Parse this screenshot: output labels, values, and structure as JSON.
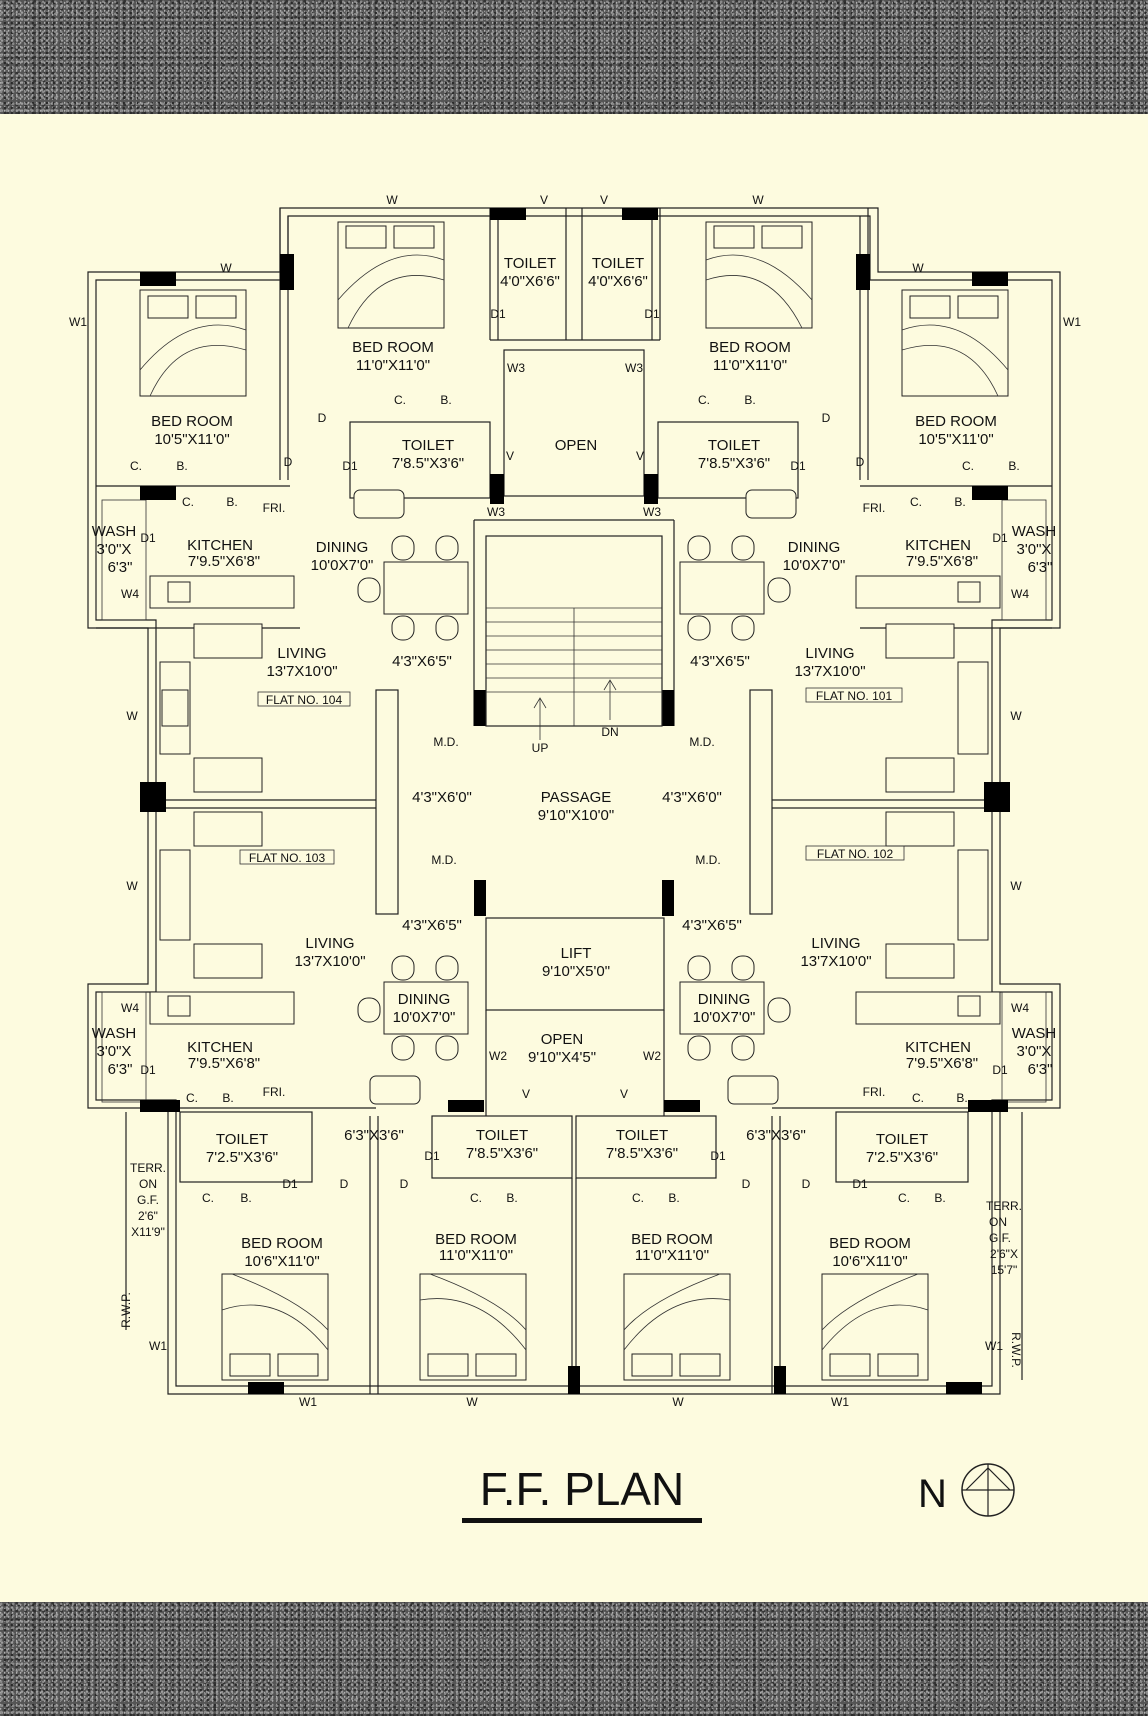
{
  "plan_title": "F.F. PLAN",
  "north_label": "N",
  "rooms": {
    "bed_tl": {
      "name": "BED ROOM",
      "size": "10'5\"X11'0\""
    },
    "bed_tc_l": {
      "name": "BED ROOM",
      "size": "11'0\"X11'0\""
    },
    "toilet_top_l": {
      "name": "TOILET",
      "size": "4'0\"X6'6\""
    },
    "toilet_top_r": {
      "name": "TOILET",
      "size": "4'0\"X6'6\""
    },
    "bed_tc_r": {
      "name": "BED ROOM",
      "size": "11'0\"X11'0\""
    },
    "bed_tr": {
      "name": "BED ROOM",
      "size": "10'5\"X11'0\""
    },
    "toilet_ul": {
      "name": "TOILET",
      "size": "7'8.5\"X3'6\""
    },
    "open_top": {
      "name": "OPEN"
    },
    "toilet_ur": {
      "name": "TOILET",
      "size": "7'8.5\"X3'6\""
    },
    "wash_ul": {
      "name": "WASH",
      "l2": "3'0\"X",
      "l3": "6'3\""
    },
    "kitchen_ul": {
      "name": "KITCHEN",
      "size": "7'9.5\"X6'8\""
    },
    "dining_ul": {
      "name": "DINING",
      "size": "10'0X7'0\""
    },
    "dining_ur": {
      "name": "DINING",
      "size": "10'0X7'0\""
    },
    "kitchen_ur": {
      "name": "KITCHEN",
      "size": "7'9.5\"X6'8\""
    },
    "wash_ur": {
      "name": "WASH",
      "l2": "3'0\"X",
      "l3": "6'3\""
    },
    "living_ul": {
      "name": "LIVING",
      "size": "13'7X10'0\""
    },
    "living_ur": {
      "name": "LIVING",
      "size": "13'7X10'0\""
    },
    "passage": {
      "name": "PASSAGE",
      "size": "9'10\"X10'0\""
    },
    "lift": {
      "name": "LIFT",
      "size": "9'10\"X5'0\""
    },
    "living_ll": {
      "name": "LIVING",
      "size": "13'7X10'0\""
    },
    "living_lr": {
      "name": "LIVING",
      "size": "13'7X10'0\""
    },
    "dining_ll": {
      "name": "DINING",
      "size": "10'0X7'0\""
    },
    "dining_lr": {
      "name": "DINING",
      "size": "10'0X7'0\""
    },
    "open_bottom": {
      "name": "OPEN",
      "size": "9'10\"X4'5\""
    },
    "wash_ll": {
      "name": "WASH",
      "l2": "3'0\"X",
      "l3": "6'3\""
    },
    "kitchen_ll": {
      "name": "KITCHEN",
      "size": "7'9.5\"X6'8\""
    },
    "kitchen_lr": {
      "name": "KITCHEN",
      "size": "7'9.5\"X6'8\""
    },
    "wash_lr": {
      "name": "WASH",
      "l2": "3'0\"X",
      "l3": "6'3\""
    },
    "toilet_ll": {
      "name": "TOILET",
      "size": "7'2.5\"X3'6\""
    },
    "toilet_lc_l": {
      "name": "TOILET",
      "size": "7'8.5\"X3'6\""
    },
    "toilet_lc_r": {
      "name": "TOILET",
      "size": "7'8.5\"X3'6\""
    },
    "toilet_lr": {
      "name": "TOILET",
      "size": "7'2.5\"X3'6\""
    },
    "bed_bl": {
      "name": "BED ROOM",
      "size": "10'6\"X11'0\""
    },
    "bed_bc_l": {
      "name": "BED ROOM",
      "size": "11'0\"X11'0\""
    },
    "bed_bc_r": {
      "name": "BED ROOM",
      "size": "11'0\"X11'0\""
    },
    "bed_br": {
      "name": "BED ROOM",
      "size": "10'6\"X11'0\""
    },
    "terr_l": {
      "l1": "TERR.",
      "l2": "ON",
      "l3": "G.F.",
      "l4": "2'6\"",
      "l5": "X11'9\""
    },
    "terr_r": {
      "l1": "TERR.",
      "l2": "ON",
      "l3": "G.F.",
      "l4": "2'6\"X",
      "l5": "15'7\""
    }
  },
  "flats": {
    "f101": "FLAT NO. 101",
    "f102": "FLAT NO. 102",
    "f103": "FLAT NO. 103",
    "f104": "FLAT NO. 104"
  },
  "dims": {
    "d1": "4'3\"X6'5\"",
    "d2": "4'3\"X6'5\"",
    "d3": "4'3\"X6'0\"",
    "d4": "4'3\"X6'0\"",
    "d5": "4'3\"X6'5\"",
    "d6": "4'3\"X6'5\"",
    "d7": "6'3\"X3'6\"",
    "d8": "6'3\"X3'6\""
  },
  "marks": {
    "W": "W",
    "W1": "W1",
    "W2": "W2",
    "W3": "W3",
    "W4": "W4",
    "V": "V",
    "D": "D",
    "D1": "D1",
    "MD": "M.D.",
    "CB_C": "C.",
    "CB_B": "B.",
    "FRI": "FRI.",
    "UP": "UP",
    "DN": "DN",
    "RWP": "R.W.P."
  }
}
